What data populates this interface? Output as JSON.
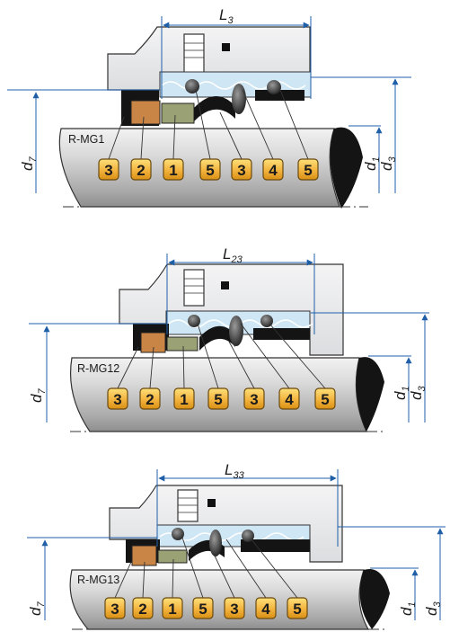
{
  "diagrams": [
    {
      "model": "R-MG1",
      "length_main": "L",
      "length_sub": "3",
      "badges": [
        "3",
        "2",
        "1",
        "5",
        "3",
        "4",
        "5"
      ],
      "dims": {
        "left": {
          "main": "d",
          "sub": "7"
        },
        "right1": {
          "main": "d",
          "sub": "1"
        },
        "right2": {
          "main": "d",
          "sub": "3"
        }
      }
    },
    {
      "model": "R-MG12",
      "length_main": "L",
      "length_sub": "23",
      "badges": [
        "3",
        "2",
        "1",
        "5",
        "3",
        "4",
        "5"
      ],
      "dims": {
        "left": {
          "main": "d",
          "sub": "7"
        },
        "right1": {
          "main": "d",
          "sub": "1"
        },
        "right2": {
          "main": "d",
          "sub": "3"
        }
      }
    },
    {
      "model": "R-MG13",
      "length_main": "L",
      "length_sub": "33",
      "badges": [
        "3",
        "2",
        "1",
        "5",
        "3",
        "4",
        "5"
      ],
      "dims": {
        "left": {
          "main": "d",
          "sub": "7"
        },
        "right1": {
          "main": "d",
          "sub": "1"
        },
        "right2": {
          "main": "d",
          "sub": "3"
        }
      }
    }
  ],
  "colors": {
    "dimension_line": "#1f5fa8",
    "badge_fill": "#f2b33d",
    "housing": "#e9eaec",
    "shaft_dark": "#141414",
    "face_copper": "#c98545",
    "face_green": "#9aa174"
  }
}
